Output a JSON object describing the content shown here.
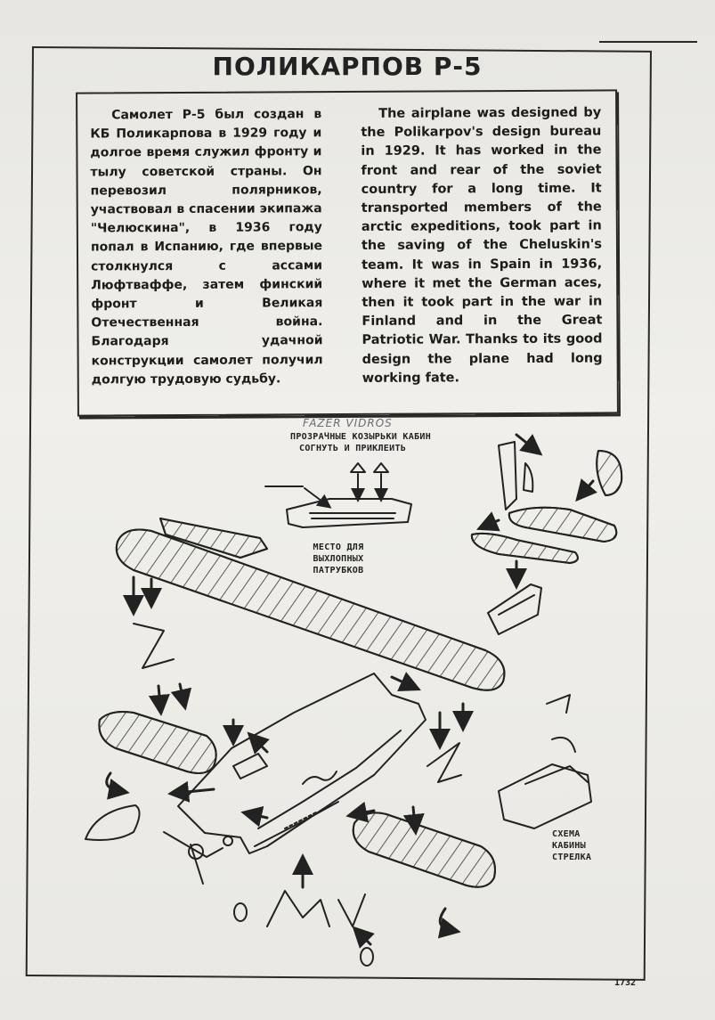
{
  "title": "ПОЛИКАРПОВ Р-5",
  "text_ru": "Самолет Р-5 был создан в КБ Поликарпова в 1929 году и долгое время служил фронту и тылу советской страны. Он перевозил полярников, участвовал в спасении экипажа \"Челюскина\", в 1936 году попал в Испанию, где впервые столкнулся с ассами Люфтваффе, затем финский фронт и Великая Отечественная война. Благодаря удачной конструкции самолет получил долгую трудовую судьбу.",
  "text_en": "The airplane was designed by the Polikarpov's design bureau in 1929. It has worked in the front and rear of the soviet country for a long time. It transported members of the arctic expeditions, took part in the saving of the Cheluskin's team. It was in Spain in 1936, where it met the German aces, then it took part in the war in Finland and in the Great Patriotic War. Thanks to its good design the plane had long working fate.",
  "handwritten_note": "FAZER VIDROS",
  "labels": {
    "canopy_line1": "ПРОЗРАЧНЫЕ КОЗЫРЬКИ КАБИН",
    "canopy_line2": "СОГНУТЬ И ПРИКЛЕИТЬ",
    "exhaust_line1": "МЕСТО ДЛЯ",
    "exhaust_line2": "ВЫХЛОПНЫХ",
    "exhaust_line3": "ПАТРУБКОВ",
    "gunner_line1": "СХЕМА",
    "gunner_line2": "КАБИНЫ",
    "gunner_line3": "СТРЕЛКА"
  },
  "page_number": "1732"
}
